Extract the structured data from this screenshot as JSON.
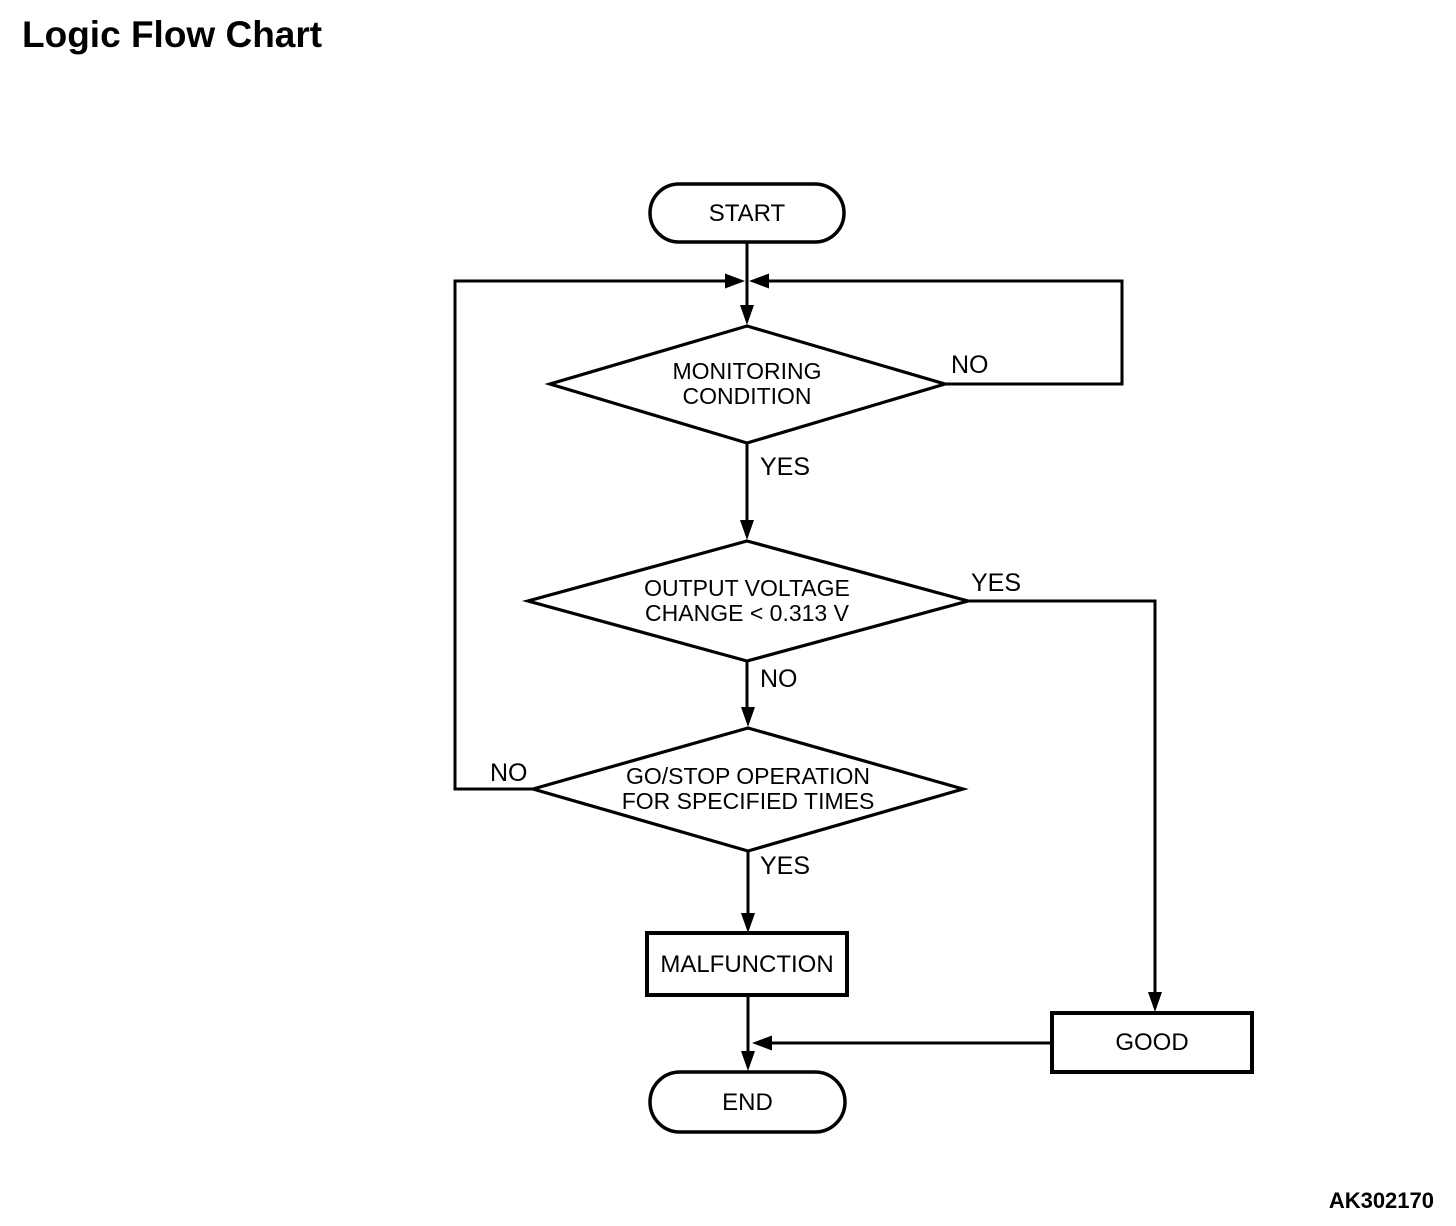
{
  "title": "Logic Flow Chart",
  "watermark": "AK302170",
  "nodes": {
    "start": "START",
    "monitoring": [
      "MONITORING",
      "CONDITION"
    ],
    "voltage": [
      "OUTPUT VOLTAGE",
      "CHANGE < 0.313 V"
    ],
    "gostop": [
      "GO/STOP OPERATION",
      "FOR SPECIFIED TIMES"
    ],
    "malfunction": "MALFUNCTION",
    "good": "GOOD",
    "end": "END"
  },
  "edges": {
    "monitoring_no": "NO",
    "monitoring_yes": "YES",
    "voltage_yes": "YES",
    "voltage_no": "NO",
    "gostop_no": "NO",
    "gostop_yes": "YES"
  },
  "colors": {
    "stroke": "#000000",
    "background": "#ffffff",
    "text": "#000000"
  }
}
